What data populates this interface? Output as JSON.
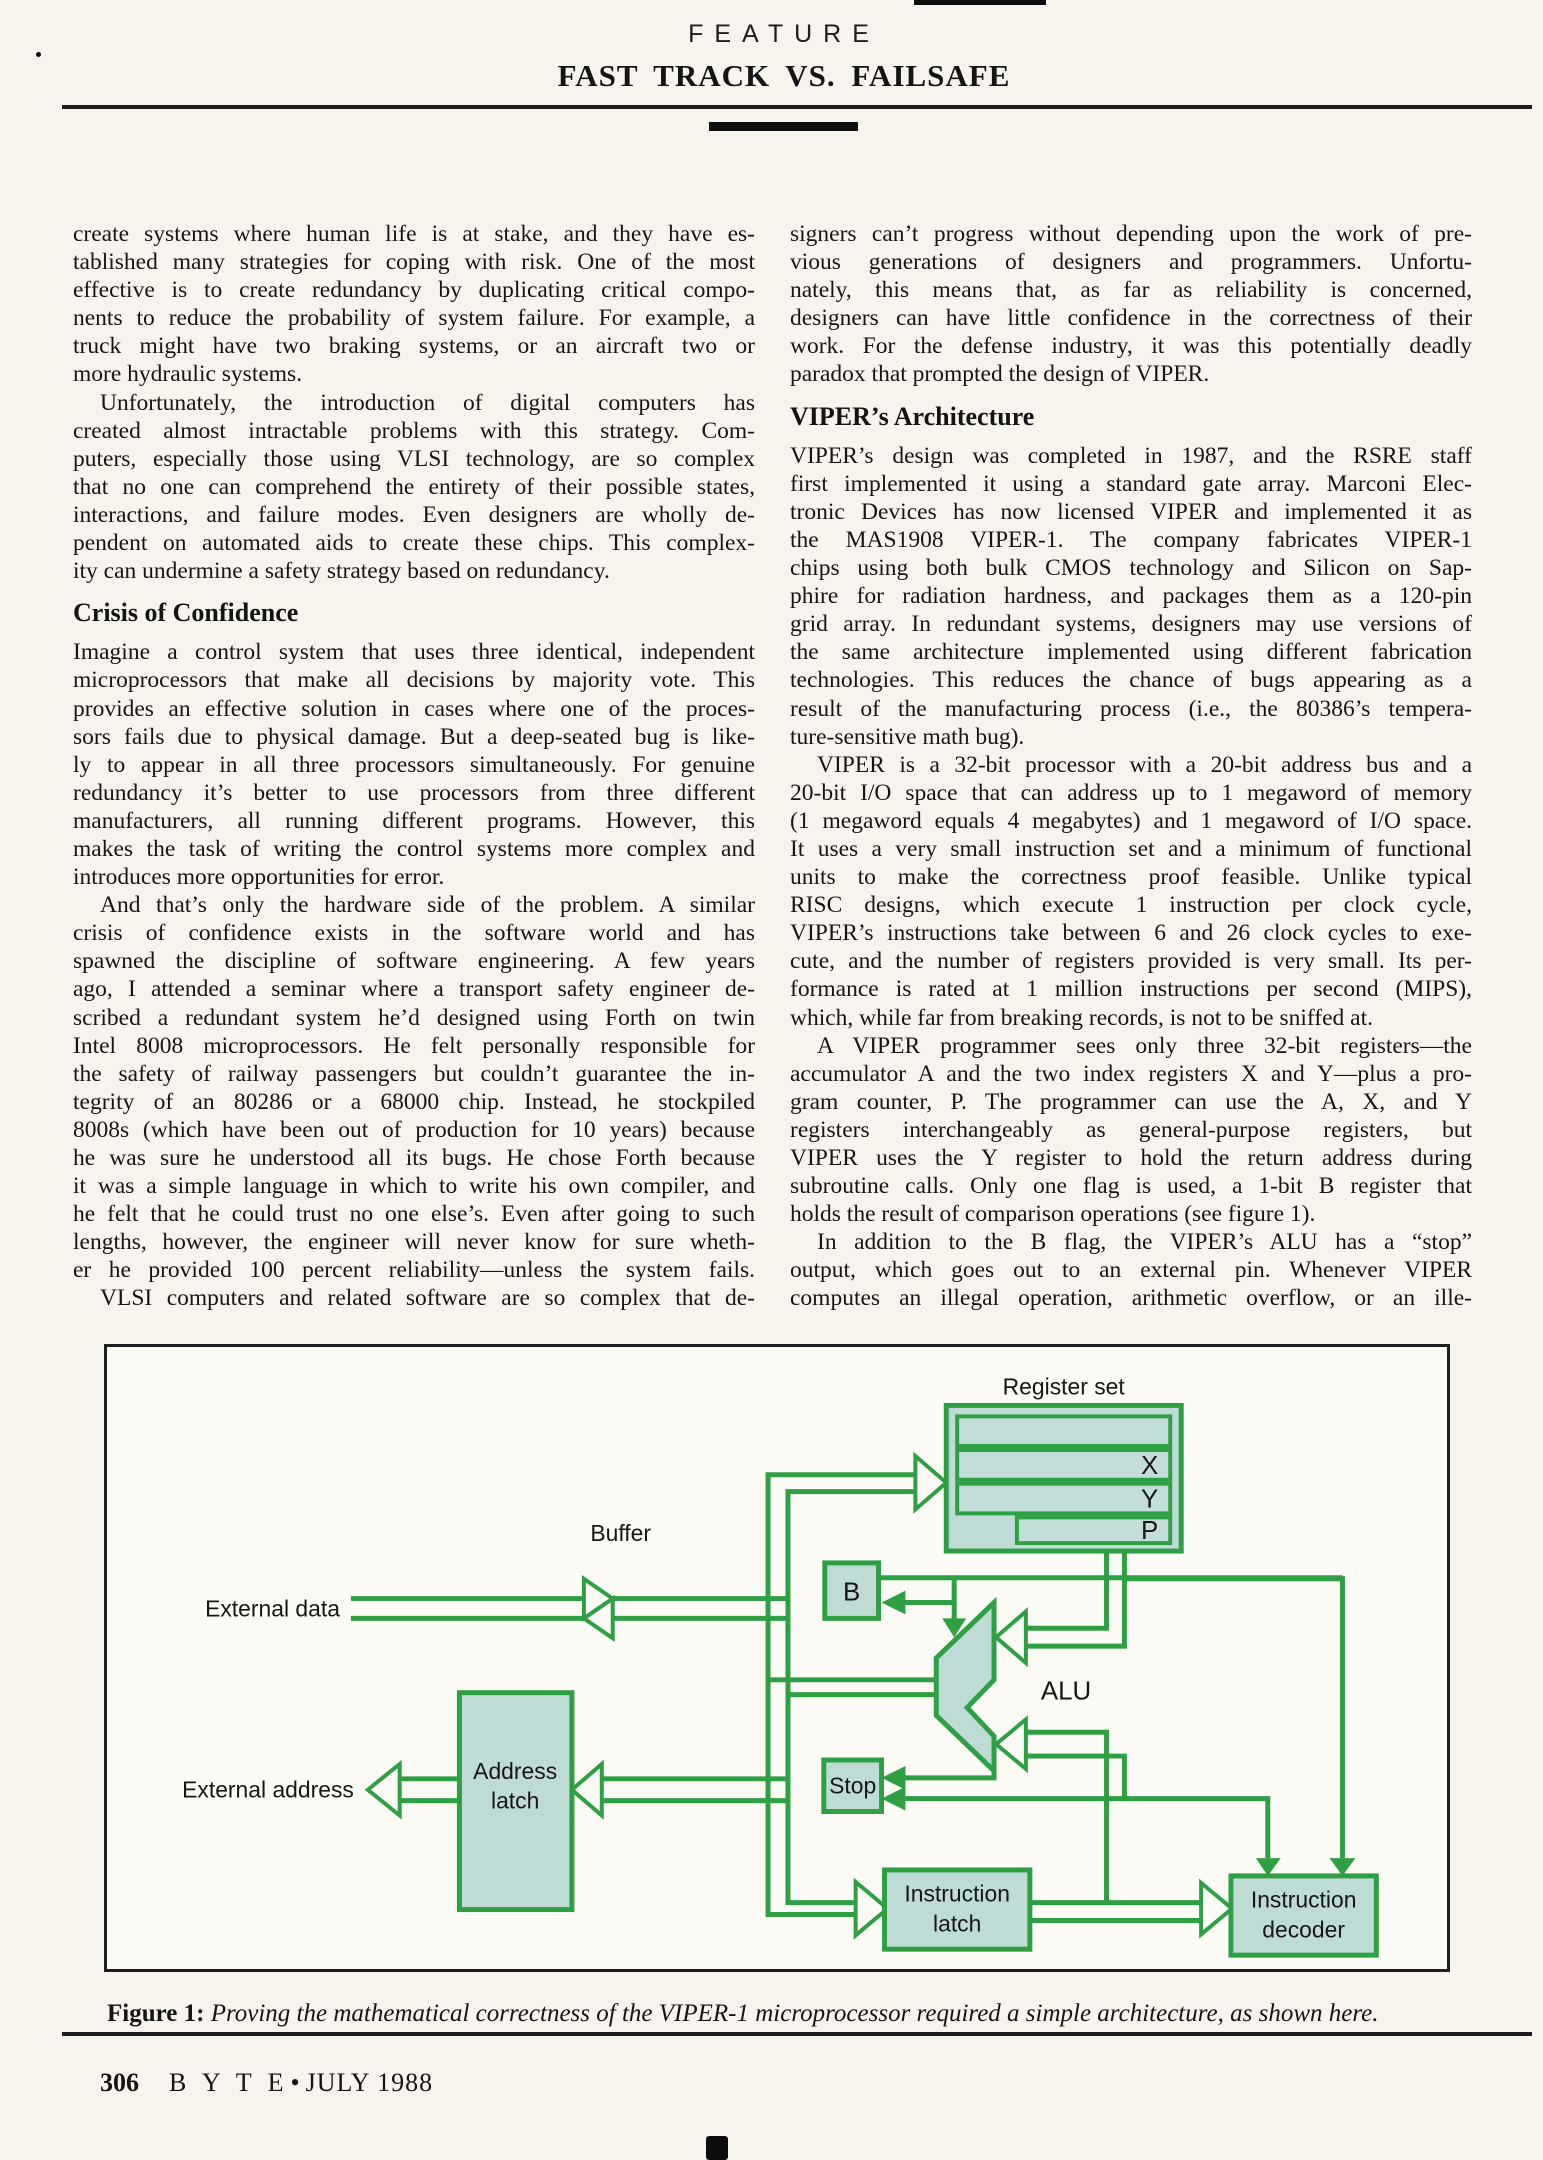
{
  "header": {
    "kicker": "FEATURE",
    "title": "FAST TRACK VS. FAILSAFE"
  },
  "article": {
    "left": [
      {
        "t": "create systems where human life is at stake, and they have es-"
      },
      {
        "t": "tablished many strategies for coping with risk. One of the most"
      },
      {
        "t": "effective is to create redundancy by duplicating critical compo-"
      },
      {
        "t": "nents to reduce the probability of system failure. For example, a"
      },
      {
        "t": "truck might have two braking systems, or an aircraft two or"
      },
      {
        "t": "more hydraulic systems.",
        "end": true
      },
      {
        "t": "Unfortunately, the introduction of digital computers has",
        "in": true
      },
      {
        "t": "created almost intractable problems with this strategy. Com-"
      },
      {
        "t": "puters, especially those using VLSI technology, are so complex"
      },
      {
        "t": "that no one can comprehend the entirety of their possible states,"
      },
      {
        "t": "interactions, and failure modes. Even designers are wholly de-"
      },
      {
        "t": "pendent on automated aids to create these chips. This complex-"
      },
      {
        "t": "ity can undermine a safety strategy based on redundancy.",
        "end": true
      },
      {
        "h": "Crisis of Confidence"
      },
      {
        "t": "Imagine a control system that uses three identical, independent"
      },
      {
        "t": "microprocessors that make all decisions by majority vote. This"
      },
      {
        "t": "provides an effective solution in cases where one of the proces-"
      },
      {
        "t": "sors fails due to physical damage. But a deep-seated bug is like-"
      },
      {
        "t": "ly to appear in all three processors simultaneously. For genuine"
      },
      {
        "t": "redundancy it’s better to use processors from three different"
      },
      {
        "t": "manufacturers, all running different programs. However, this"
      },
      {
        "t": "makes the task of writing the control systems more complex and"
      },
      {
        "t": "introduces more opportunities for error.",
        "end": true
      },
      {
        "t": "And that’s only the hardware side of the problem. A similar",
        "in": true
      },
      {
        "t": "crisis of confidence exists in the software world and has"
      },
      {
        "t": "spawned the discipline of software engineering. A few years"
      },
      {
        "t": "ago, I attended a seminar where a transport safety engineer de-"
      },
      {
        "t": "scribed a redundant system he’d designed using Forth on twin"
      },
      {
        "t": "Intel 8008 microprocessors. He felt personally responsible for"
      },
      {
        "t": "the safety of railway passengers but couldn’t guarantee the in-"
      },
      {
        "t": "tegrity of an 80286 or a 68000 chip. Instead, he stockpiled"
      },
      {
        "t": "8008s (which have been out of production for 10 years) because"
      },
      {
        "t": "he was sure he understood all its bugs. He chose Forth because"
      },
      {
        "t": "it was a simple language in which to write his own compiler, and"
      },
      {
        "t": "he felt that he could trust no one else’s. Even after going to such"
      },
      {
        "t": "lengths, however, the engineer will never know for sure wheth-"
      },
      {
        "t": "er he provided 100 percent reliability—unless the system fails."
      },
      {
        "t": "VLSI computers and related software are so complex that de-",
        "in": true
      }
    ],
    "right": [
      {
        "t": "signers can’t progress without depending upon the work of pre-"
      },
      {
        "t": "vious generations of designers and programmers. Unfortu-"
      },
      {
        "t": "nately, this means that, as far as reliability is concerned,"
      },
      {
        "t": "designers can have little confidence in the correctness of their"
      },
      {
        "t": "work. For the defense industry, it was this potentially deadly"
      },
      {
        "t": "paradox that prompted the design of VIPER.",
        "end": true
      },
      {
        "h": "VIPER’s Architecture"
      },
      {
        "t": "VIPER’s design was completed in 1987, and the RSRE staff"
      },
      {
        "t": "first implemented it using a standard gate array. Marconi Elec-"
      },
      {
        "t": "tronic Devices has now licensed VIPER and implemented it as"
      },
      {
        "t": "the MAS1908 VIPER-1. The company fabricates VIPER-1"
      },
      {
        "t": "chips using both bulk CMOS technology and Silicon on Sap-"
      },
      {
        "t": "phire for radiation hardness, and packages them as a 120-pin"
      },
      {
        "t": "grid array. In redundant systems, designers may use versions of"
      },
      {
        "t": "the same architecture implemented using different fabrication"
      },
      {
        "t": "technologies. This reduces the chance of bugs appearing as a"
      },
      {
        "t": "result of the manufacturing process (i.e., the 80386’s tempera-"
      },
      {
        "t": "ture-sensitive math bug).",
        "end": true
      },
      {
        "t": "VIPER is a 32-bit processor with a 20-bit address bus and a",
        "in": true
      },
      {
        "t": "20-bit I/O space that can address up to 1 megaword of memory"
      },
      {
        "t": "(1 megaword equals 4 megabytes) and 1 megaword of I/O space."
      },
      {
        "t": "It uses a very small instruction set and a minimum of functional"
      },
      {
        "t": "units to make the correctness proof feasible. Unlike typical"
      },
      {
        "t": "RISC designs, which execute 1 instruction per clock cycle,"
      },
      {
        "t": "VIPER’s instructions take between 6 and 26 clock cycles to exe-"
      },
      {
        "t": "cute, and the number of registers provided is very small. Its per-"
      },
      {
        "t": "formance is rated at 1 million instructions per second (MIPS),"
      },
      {
        "t": "which, while far from breaking records, is not to be sniffed at.",
        "end": true
      },
      {
        "t": "A VIPER programmer sees only three 32-bit registers—the",
        "in": true
      },
      {
        "t": "accumulator A and the two index registers X and Y—plus a pro-"
      },
      {
        "t": "gram counter, P. The programmer can use the A, X, and Y"
      },
      {
        "t": "registers interchangeably as general-purpose registers, but"
      },
      {
        "t": "VIPER uses the Y register to hold the return address during"
      },
      {
        "t": "subroutine calls. Only one flag is used, a 1-bit B register that"
      },
      {
        "t": "holds the result of comparison operations (see figure 1).",
        "end": true
      },
      {
        "t": "In addition to the B flag, the VIPER’s ALU has a “stop”",
        "in": true
      },
      {
        "t": "output, which goes out to an external pin. Whenever VIPER"
      },
      {
        "t": "computes an illegal operation, arithmetic overflow, or an ille-"
      }
    ]
  },
  "figure": {
    "labels": {
      "register_set": "Register set",
      "reg_x": "X",
      "reg_y": "Y",
      "reg_p": "P",
      "buffer": "Buffer",
      "external_data": "External data",
      "b_register": "B",
      "alu": "ALU",
      "stop": "Stop",
      "external_address": "External address",
      "address_latch_1": "Address",
      "address_latch_2": "latch",
      "instruction_latch_1": "Instruction",
      "instruction_latch_2": "latch",
      "instruction_decoder_1": "Instruction",
      "instruction_decoder_2": "decoder"
    },
    "caption_label": "Figure 1:",
    "caption_text": "Proving the mathematical correctness of the VIPER-1 microprocessor required a simple architecture, as shown here.",
    "colors": {
      "wire_green": "#2f9f44",
      "box_fill": "#bedbd6",
      "figure_background": "#fbfaf4"
    }
  },
  "footer": {
    "page_number": "306",
    "magazine": "B Y T E",
    "bullet": "•",
    "issue": "JULY 1988"
  }
}
